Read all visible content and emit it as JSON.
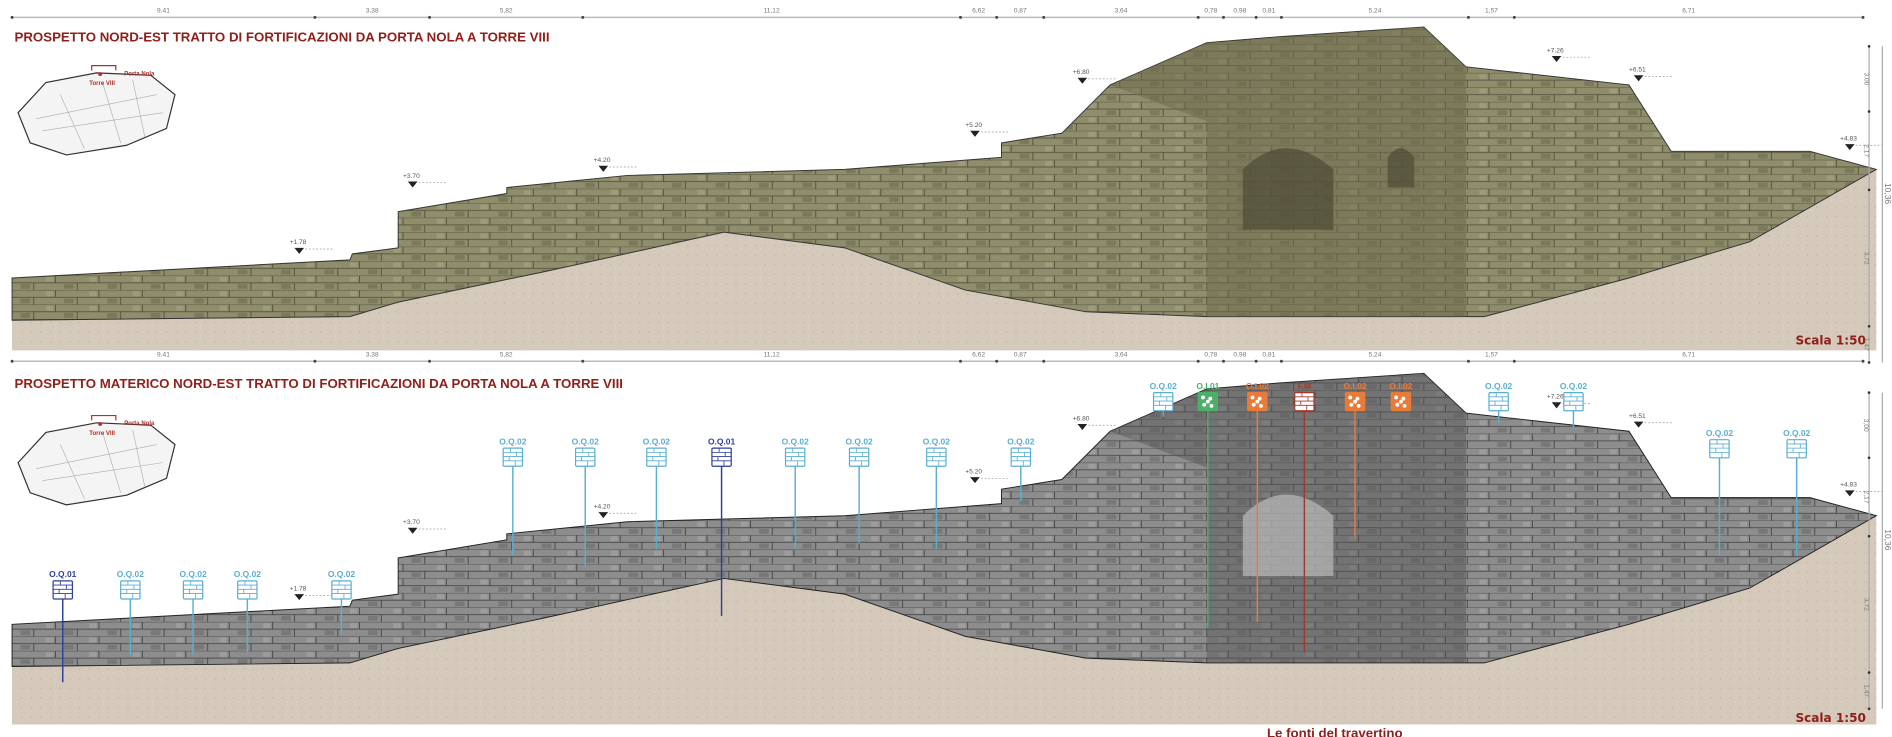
{
  "dimension_chain": [
    "9,41",
    "3,38",
    "5,82",
    "11,12",
    "6,62",
    "0,87",
    "3,64",
    "0,78",
    "0,98",
    "0,81",
    "5,24",
    "1,57",
    "6,71"
  ],
  "vertical_dims": {
    "parts": [
      "3,00",
      "2,17",
      "3,72",
      "1,47"
    ],
    "total": "10,36"
  },
  "elevations": [
    "+1.78",
    "+3.70",
    "+4.20",
    "+5.20",
    "+6.80",
    "+7.26",
    "+6.51",
    "+4.83"
  ],
  "top_panel": {
    "title": "PROSPETTO NORD-EST TRATTO DI FORTIFICAZIONI DA PORTA NOLA A TORRE VIII",
    "scale": "Scala 1:50"
  },
  "bottom_panel": {
    "title": "PROSPETTO MATERICO NORD-EST TRATTO DI FORTIFICAZIONI DA PORTA NOLA A TORRE VIII",
    "scale": "Scala 1:50"
  },
  "key_map": {
    "tower_label": "Torre VIII",
    "gate_label": "Porta Nola"
  },
  "material_labels": [
    {
      "code": "O.Q.01",
      "type": "opus-quadratum-dark"
    },
    {
      "code": "O.Q.02",
      "type": "opus-quadratum"
    },
    {
      "code": "O.Q.02",
      "type": "opus-quadratum"
    },
    {
      "code": "O.Q.02",
      "type": "opus-quadratum"
    },
    {
      "code": "O.Q.02",
      "type": "opus-quadratum"
    },
    {
      "code": "O.Q.02",
      "type": "opus-quadratum"
    },
    {
      "code": "O.Q.02",
      "type": "opus-quadratum"
    },
    {
      "code": "O.Q.02",
      "type": "opus-quadratum"
    },
    {
      "code": "O.Q.01",
      "type": "opus-quadratum-dark"
    },
    {
      "code": "O.Q.02",
      "type": "opus-quadratum"
    },
    {
      "code": "O.Q.02",
      "type": "opus-quadratum"
    },
    {
      "code": "O.Q.02",
      "type": "opus-quadratum"
    },
    {
      "code": "O.Q.02",
      "type": "opus-quadratum"
    },
    {
      "code": "O.Q.02",
      "type": "opus-quadratum"
    },
    {
      "code": "O.I.01",
      "type": "opus-incertum-green"
    },
    {
      "code": "O.I.02",
      "type": "opus-incertum-orange"
    },
    {
      "code": "F.M",
      "type": "brick"
    },
    {
      "code": "O.I.02",
      "type": "opus-incertum-orange"
    },
    {
      "code": "O.I.02",
      "type": "opus-incertum-orange"
    },
    {
      "code": "O.Q.02",
      "type": "opus-quadratum"
    },
    {
      "code": "O.Q.02",
      "type": "opus-quadratum"
    },
    {
      "code": "O.Q.02",
      "type": "opus-quadratum"
    },
    {
      "code": "O.Q.02",
      "type": "opus-quadratum"
    }
  ],
  "colors": {
    "title": "#8e1f1a",
    "opus-quadratum": "#5aaed0",
    "opus-quadratum-dark": "#2c3e9a",
    "opus-incertum-green": "#4caf6a",
    "opus-incertum-orange": "#e87a3a",
    "brick": "#a0392b",
    "ground": "#d4c9ba"
  },
  "footer": {
    "right_caption": "Le fonti del travertino"
  }
}
